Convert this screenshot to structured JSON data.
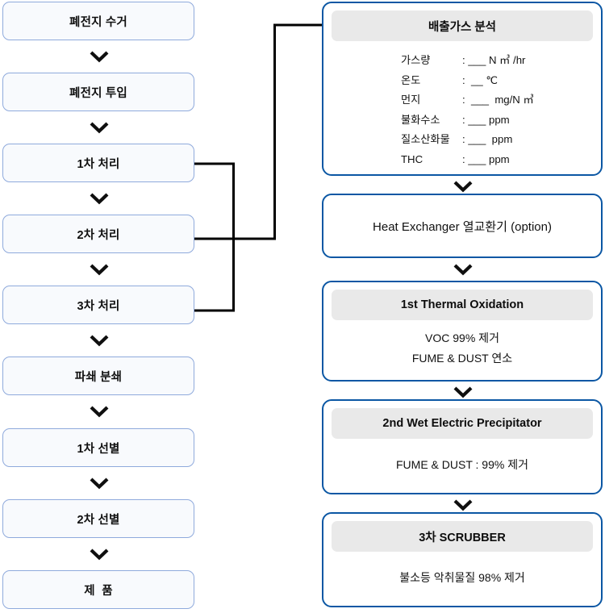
{
  "colors": {
    "left_border": "#8faadc",
    "left_fill": "#f8fafd",
    "right_border": "#0b57a4",
    "header_fill": "#e9e9e9",
    "connector": "#000000",
    "text": "#111111"
  },
  "left_column": {
    "name": "waste-battery-recycling-process",
    "steps": [
      {
        "label": "폐전지 수거"
      },
      {
        "label": "폐전지 투입"
      },
      {
        "label": "1차 처리"
      },
      {
        "label": "2차 처리"
      },
      {
        "label": "3차 처리"
      },
      {
        "label": "파쇄 분쇄"
      },
      {
        "label": "1차 선별"
      },
      {
        "label": "2차 선별"
      },
      {
        "label": "제  품"
      }
    ]
  },
  "right_column": {
    "name": "exhaust-gas-treatment-process",
    "stages": [
      {
        "header": "배출가스 분석",
        "type": "spec-list",
        "specs": [
          {
            "label": "가스량",
            "separator": ":",
            "value": "___",
            "unit": "N ㎥ /hr"
          },
          {
            "label": "온도",
            "separator": ":",
            "value": "__",
            "unit": "℃"
          },
          {
            "label": "먼지",
            "separator": ":",
            "value": "___",
            "unit": "mg/N ㎥"
          },
          {
            "label": "불화수소",
            "separator": ":",
            "value": "___",
            "unit": "ppm"
          },
          {
            "label": "질소산화물",
            "separator": ":",
            "value": "___",
            "unit": "ppm"
          },
          {
            "label": "THC",
            "separator": ":",
            "value": "___",
            "unit": "ppm"
          }
        ]
      },
      {
        "header": "Heat Exchanger 열교환기 (option)",
        "type": "plain",
        "lines": []
      },
      {
        "header": "1st Thermal Oxidation",
        "type": "header-body",
        "lines": [
          "VOC 99% 제거",
          "FUME & DUST 연소"
        ]
      },
      {
        "header": "2nd Wet Electric Precipitator",
        "type": "header-body",
        "lines": [
          "FUME & DUST : 99% 제거"
        ]
      },
      {
        "header": "3차 SCRUBBER",
        "type": "header-body",
        "lines": [
          "불소등 악취물질 98% 제거"
        ]
      }
    ]
  },
  "connectors": {
    "name": "gas-offtake-connectors",
    "description": "1차/2차/3차 처리 단계에서 배출가스 분석 단계로 연결",
    "sources": [
      "1차 처리",
      "2차 처리",
      "3차 처리"
    ],
    "target": "배출가스 분석"
  }
}
